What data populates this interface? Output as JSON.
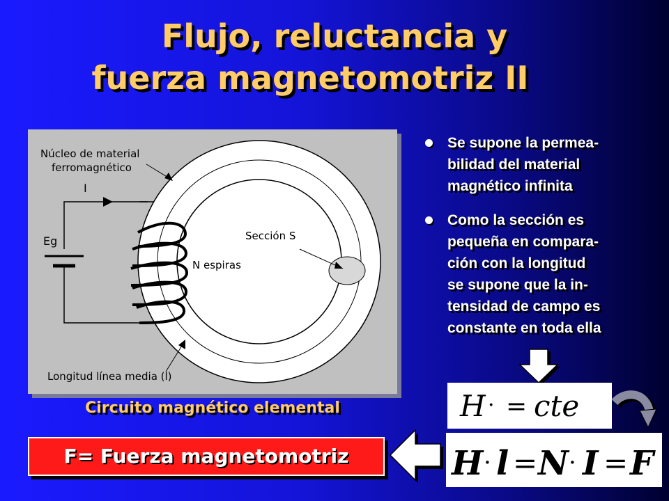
{
  "title": {
    "line1": "Flujo, reluctancia y",
    "line2": "fuerza magnetomotriz II"
  },
  "diagram": {
    "core_label_1": "Núcleo de material",
    "core_label_2": "ferromagnético",
    "current_label": "I",
    "source_label": "Eg",
    "section_label": "Sección S",
    "turns_label": "N espiras",
    "length_label": "Longitud línea media (l)"
  },
  "caption": "Circuito magnético elemental",
  "bullets": [
    {
      "lines": [
        "Se supone la permea-",
        "bilidad del material",
        "magnético infinita"
      ]
    },
    {
      "lines": [
        "Como la sección es",
        "pequeña en compara-",
        "ción con la longitud",
        "se supone que la in-",
        "tensidad de campo es",
        "constante en toda ella"
      ]
    }
  ],
  "equations": {
    "eq1": {
      "H": "H",
      "dot": "·",
      "eq": "=",
      "rhs": "cte"
    },
    "eq2": {
      "H": "H",
      "dot1": "·",
      "l": "l",
      "eq1": "=",
      "N": "N",
      "dot2": "·",
      "I": "I",
      "eq2": "=",
      "F": "F"
    }
  },
  "definition": "F= Fuerza magnetomotriz",
  "colors": {
    "title": "#ffcc66",
    "definition_bg": "#ff1a1a",
    "diagram_bg": "#c0c0c0"
  }
}
